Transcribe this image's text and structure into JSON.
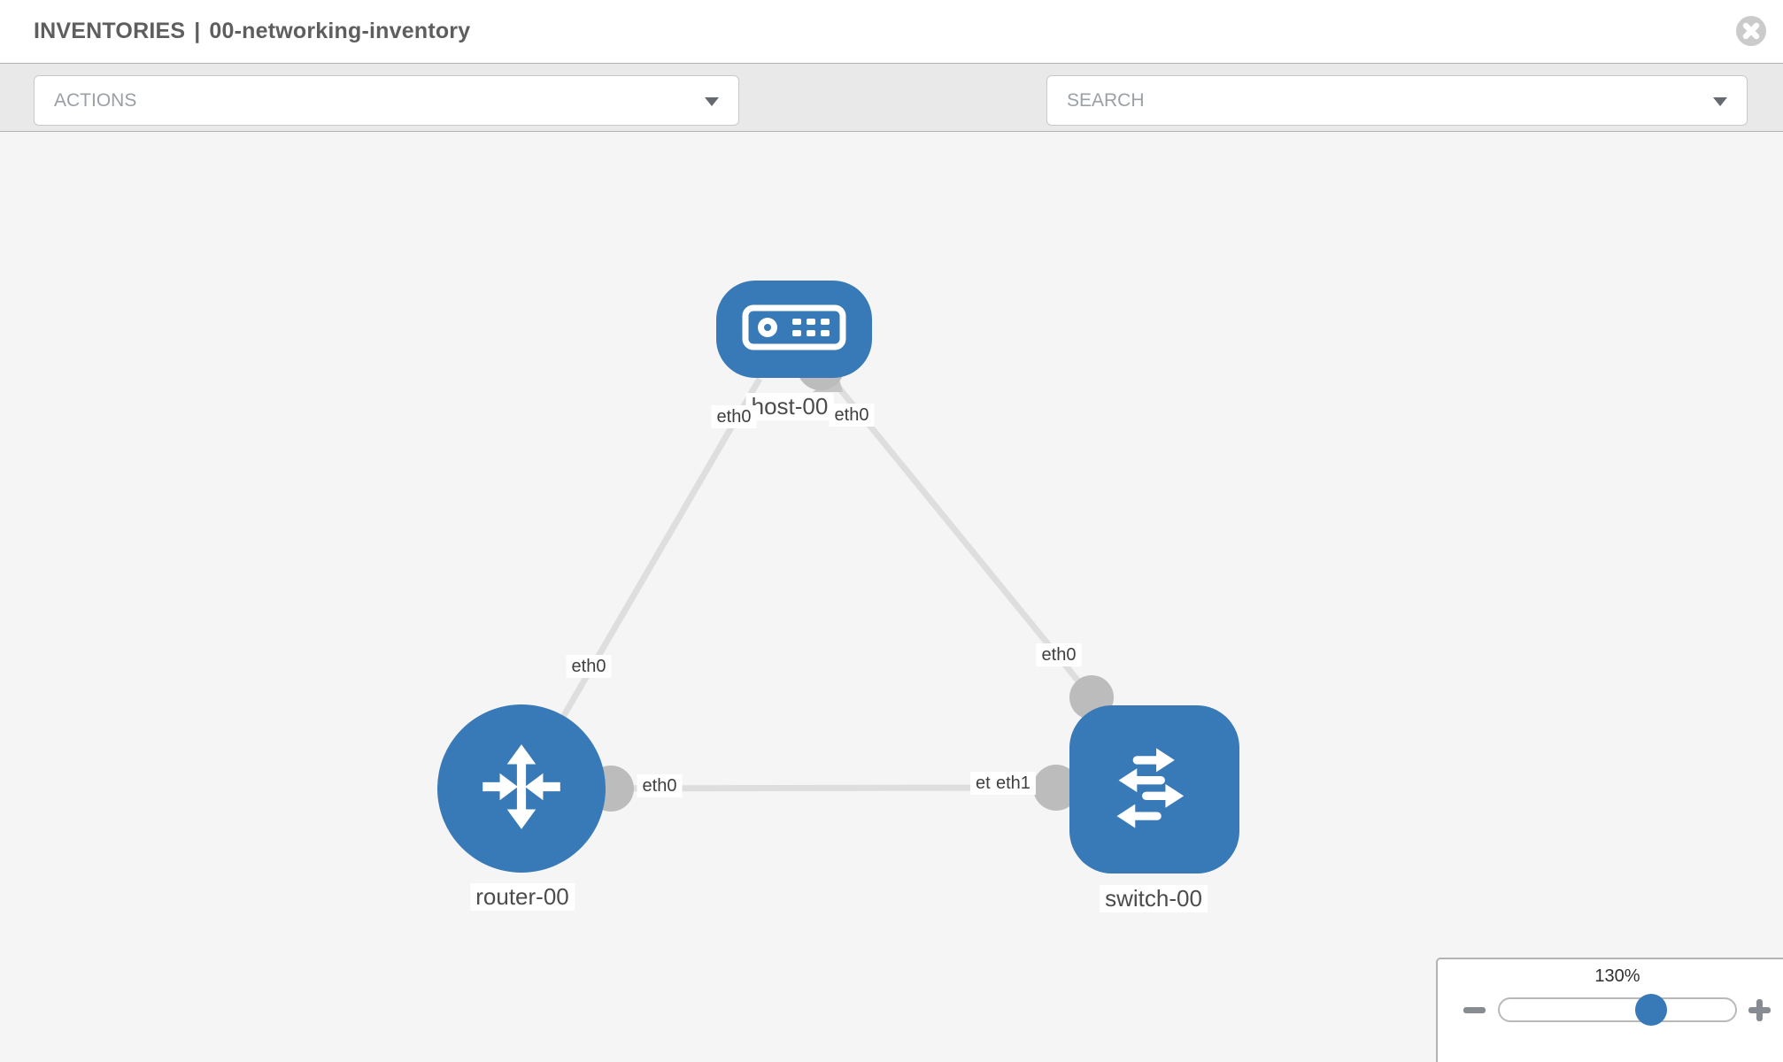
{
  "header": {
    "title_primary": "INVENTORIES",
    "separator": "|",
    "title_secondary": "00-networking-inventory"
  },
  "toolbar": {
    "actions_label": "ACTIONS",
    "search_label": "SEARCH",
    "icon_buttons": [
      "wrench-icon",
      "key-icon"
    ]
  },
  "diagram": {
    "nodes": [
      {
        "id": "host-00",
        "label": "host-00",
        "type": "host",
        "shape": "rounded-rect",
        "icon": "server-icon"
      },
      {
        "id": "router-00",
        "label": "router-00",
        "type": "router",
        "shape": "circle",
        "icon": "router-arrows-icon"
      },
      {
        "id": "switch-00",
        "label": "switch-00",
        "type": "switch",
        "shape": "rounded-square",
        "icon": "switch-arrows-icon"
      }
    ],
    "links": [
      {
        "from": "host-00",
        "to": "router-00",
        "from_interface": "eth0",
        "to_interface": "eth0"
      },
      {
        "from": "host-00",
        "to": "switch-00",
        "from_interface": "eth0",
        "to_interface": "eth0"
      },
      {
        "from": "router-00",
        "to": "switch-00",
        "from_interface": "eth0",
        "to_interface": "eth1",
        "to_interface_behind": "eth0"
      }
    ]
  },
  "zoom_control": {
    "level": "130%",
    "percent": 130
  },
  "colors": {
    "node_blue": "#3879b7",
    "interface_gray": "#bcbcbc",
    "link_gray": "#dedede",
    "canvas_bg": "#f5f5f6",
    "toolbar_bg": "#e9e9e9",
    "close_gray": "#cbcbcb"
  }
}
